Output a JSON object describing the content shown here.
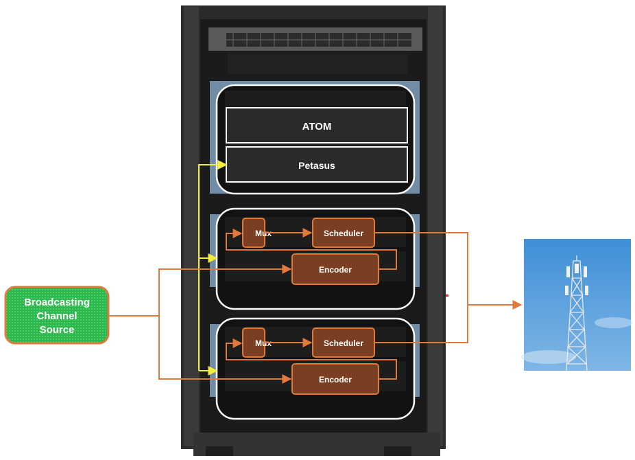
{
  "source": {
    "lines": [
      "Broadcasting",
      "Channel",
      "Source"
    ],
    "color": "#2db84d",
    "border": "#e07a3a"
  },
  "top_group": {
    "atom_label": "ATOM",
    "petasus_label": "Petasus"
  },
  "pipelines": [
    {
      "mux_label": "Mux",
      "scheduler_label": "Scheduler",
      "encoder_label": "Encoder"
    },
    {
      "mux_label": "Mux",
      "scheduler_label": "Scheduler",
      "encoder_label": "Encoder"
    }
  ],
  "colors": {
    "rack": "#2e2e2e",
    "rack_dark": "#141414",
    "module_fill": "#7a3f22",
    "module_border": "#e07a3a",
    "orange_line": "#e07a3a",
    "yellow_line": "#f3ef3a",
    "highlight_band": "#8fb3d4",
    "sky": "#4e9ad8"
  },
  "tower": {
    "icon": "cell-tower-photo"
  }
}
